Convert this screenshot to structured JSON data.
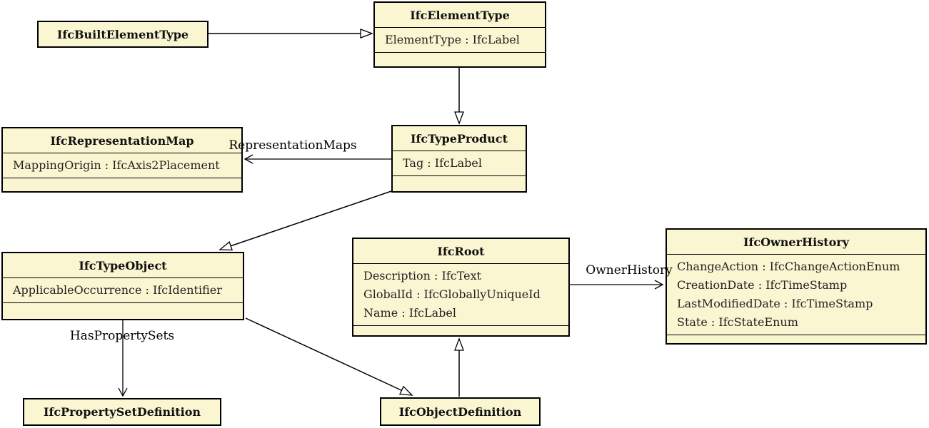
{
  "diagram": {
    "kind": "uml-class-diagram",
    "colors": {
      "class_fill": "#FAF6D2",
      "border": "#000000",
      "background": "#FFFFFF"
    },
    "classes": [
      {
        "name": "IfcBuiltElementType",
        "attributes": []
      },
      {
        "name": "IfcElementType",
        "attributes": [
          "ElementType : IfcLabel"
        ]
      },
      {
        "name": "IfcRepresentationMap",
        "attributes": [
          "MappingOrigin : IfcAxis2Placement"
        ]
      },
      {
        "name": "IfcTypeProduct",
        "attributes": [
          "Tag : IfcLabel"
        ]
      },
      {
        "name": "IfcTypeObject",
        "attributes": [
          "ApplicableOccurrence : IfcIdentifier"
        ]
      },
      {
        "name": "IfcRoot",
        "attributes": [
          "Description : IfcText",
          "GlobalId : IfcGloballyUniqueId",
          "Name : IfcLabel"
        ]
      },
      {
        "name": "IfcOwnerHistory",
        "attributes": [
          "ChangeAction : IfcChangeActionEnum",
          "CreationDate : IfcTimeStamp",
          "LastModifiedDate : IfcTimeStamp",
          "State : IfcStateEnum"
        ]
      },
      {
        "name": "IfcPropertySetDefinition",
        "attributes": []
      },
      {
        "name": "IfcObjectDefinition",
        "attributes": []
      }
    ],
    "edge_labels": {
      "representation_maps": "RepresentationMaps",
      "has_property_sets": "HasPropertySets",
      "owner_history": "OwnerHistory"
    },
    "relationships": [
      {
        "type": "generalization",
        "from": "IfcBuiltElementType",
        "to": "IfcElementType",
        "label": ""
      },
      {
        "type": "generalization",
        "from": "IfcElementType",
        "to": "IfcTypeProduct",
        "label": ""
      },
      {
        "type": "generalization",
        "from": "IfcTypeProduct",
        "to": "IfcTypeObject",
        "label": ""
      },
      {
        "type": "generalization",
        "from": "IfcTypeObject",
        "to": "IfcObjectDefinition",
        "label": ""
      },
      {
        "type": "generalization",
        "from": "IfcObjectDefinition",
        "to": "IfcRoot",
        "label": ""
      },
      {
        "type": "association",
        "from": "IfcTypeProduct",
        "to": "IfcRepresentationMap",
        "label": "RepresentationMaps"
      },
      {
        "type": "association",
        "from": "IfcTypeObject",
        "to": "IfcPropertySetDefinition",
        "label": "HasPropertySets"
      },
      {
        "type": "association",
        "from": "IfcRoot",
        "to": "IfcOwnerHistory",
        "label": "OwnerHistory"
      }
    ]
  }
}
